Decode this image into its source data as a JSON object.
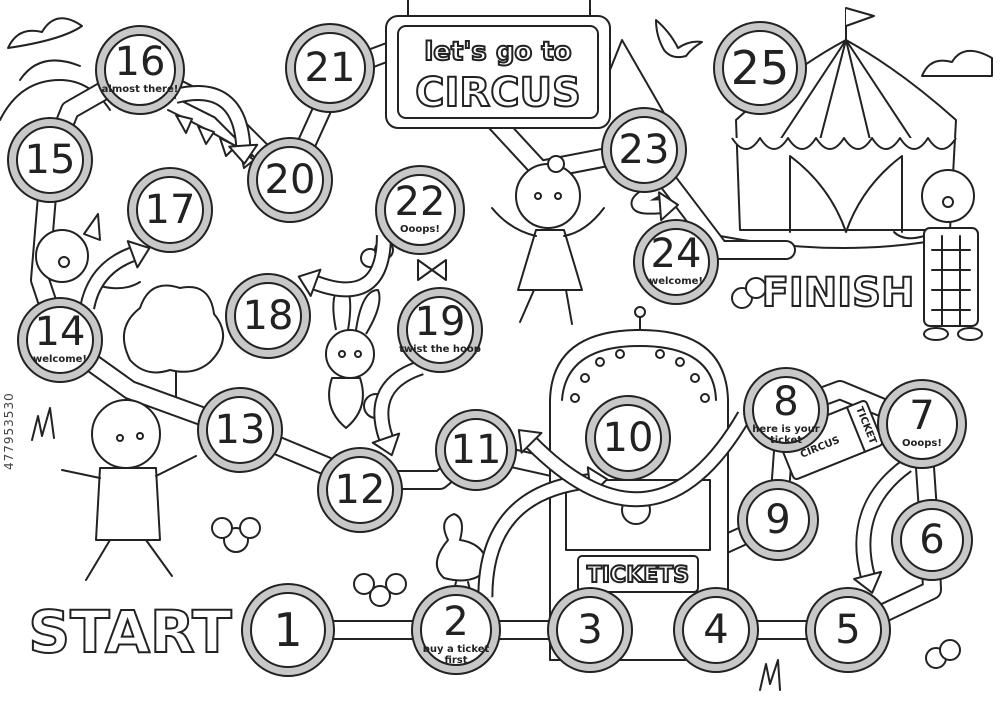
{
  "title": {
    "line1": "let's go to",
    "line2": "CIRCUS"
  },
  "start_label": "START",
  "finish_label": "FINISH",
  "tickets_label": "TICKETS",
  "ticket_stub": {
    "word": "CIRCUS",
    "side": "TICKET"
  },
  "watermark": "477953530",
  "spaces": [
    {
      "id": 1,
      "label": "1"
    },
    {
      "id": 2,
      "label": "2",
      "caption_lines": [
        "buy a ticket",
        "first"
      ]
    },
    {
      "id": 3,
      "label": "3"
    },
    {
      "id": 4,
      "label": "4"
    },
    {
      "id": 5,
      "label": "5"
    },
    {
      "id": 6,
      "label": "6"
    },
    {
      "id": 7,
      "label": "7",
      "caption_lines": [
        "Ooops!"
      ]
    },
    {
      "id": 8,
      "label": "8",
      "caption_lines": [
        "here is your",
        "ticket"
      ]
    },
    {
      "id": 9,
      "label": "9"
    },
    {
      "id": 10,
      "label": "10"
    },
    {
      "id": 11,
      "label": "11"
    },
    {
      "id": 12,
      "label": "12"
    },
    {
      "id": 13,
      "label": "13"
    },
    {
      "id": 14,
      "label": "14",
      "caption_lines": [
        "welcome!"
      ]
    },
    {
      "id": 15,
      "label": "15"
    },
    {
      "id": 16,
      "label": "16",
      "caption_lines": [
        "almost there!"
      ]
    },
    {
      "id": 17,
      "label": "17"
    },
    {
      "id": 18,
      "label": "18"
    },
    {
      "id": 19,
      "label": "19",
      "caption_lines": [
        "twist the hoop"
      ]
    },
    {
      "id": 20,
      "label": "20"
    },
    {
      "id": 21,
      "label": "21"
    },
    {
      "id": 22,
      "label": "22",
      "caption_lines": [
        "Ooops!"
      ]
    },
    {
      "id": 23,
      "label": "23"
    },
    {
      "id": 24,
      "label": "24",
      "caption_lines": [
        "welcome!"
      ]
    },
    {
      "id": 25,
      "label": "25"
    }
  ],
  "jumps": [
    {
      "from": 2,
      "to": 10
    },
    {
      "from": 7,
      "to": 5
    },
    {
      "from": 8,
      "to": 11
    },
    {
      "from": 14,
      "to": 17
    },
    {
      "from": 16,
      "to": 20
    },
    {
      "from": 19,
      "to": 12
    },
    {
      "from": 22,
      "to": 18
    },
    {
      "from": 23,
      "to": 24
    }
  ],
  "colors": {
    "ink": "#222222",
    "space_ring": "#c8c8c8",
    "paper": "#ffffff"
  }
}
